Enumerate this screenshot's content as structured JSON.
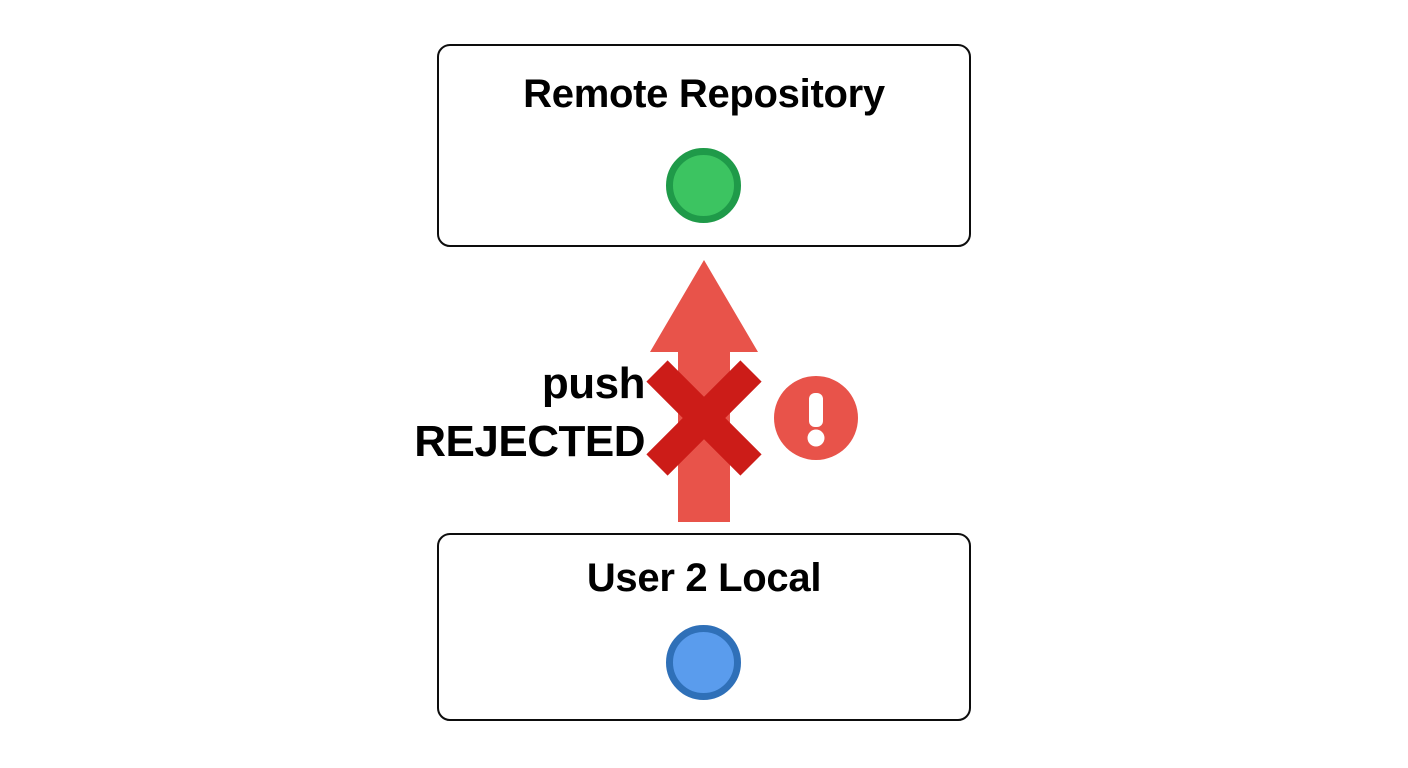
{
  "diagram": {
    "title": "Git push rejected flow",
    "background_color": "#ffffff"
  },
  "nodes": [
    {
      "id": "remote",
      "label": "Remote Repository",
      "commit_dot": {
        "icon": "commit-dot-icon",
        "fill_color": "#3cc461",
        "border_color": "#1f9a49"
      }
    },
    {
      "id": "local",
      "label": "User 2 Local",
      "commit_dot": {
        "icon": "commit-dot-icon",
        "fill_color": "#5a9ced",
        "border_color": "#2f70b8"
      }
    }
  ],
  "connector": {
    "icon": "up-arrow-icon",
    "direction": "up",
    "color": "#e8534a",
    "label_line1": "push",
    "label_line2": "REJECTED",
    "label_color": "#000000"
  },
  "status": {
    "reject_mark": {
      "icon": "x-cross-icon",
      "color": "#cc1c18"
    },
    "warning": {
      "icon": "exclamation-circle-icon",
      "color": "#e8534a",
      "glyph_color": "#ffffff"
    }
  },
  "colors": {
    "box_border": "#0d0d0d",
    "arrow_red": "#e8534a",
    "cross_red": "#cc1c18",
    "green_fill": "#3cc461",
    "green_border": "#1f9a49",
    "blue_fill": "#5a9ced",
    "blue_border": "#2f70b8"
  }
}
